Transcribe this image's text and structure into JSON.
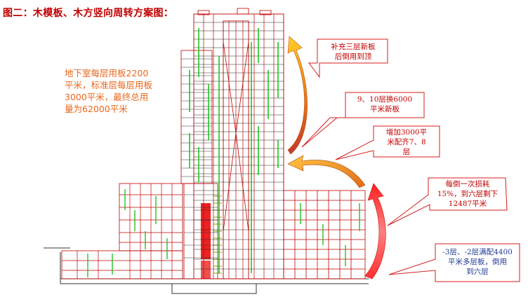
{
  "title": "图二：木模板、木方竖向周转方案图：",
  "note": "地下室每层用板2200平米，标准层每层用板3000平米，最终总用量为62000平米",
  "callouts": [
    {
      "id": "c1",
      "text": "补充三层新板\n后倒用到顶"
    },
    {
      "id": "c2",
      "text": "9、10层换6000\n平米新板"
    },
    {
      "id": "c3",
      "text": "增加3000平\n米配齐7、8\n层"
    },
    {
      "id": "c4",
      "text": "每倒一次损耗\n15%，到六层剩下\n12487平米"
    },
    {
      "id": "c5",
      "text": "-3层、-2层满配4400\n平米多层板，倒用\n到六层"
    }
  ],
  "colors": {
    "title": "#c00000",
    "note": "#e8661b",
    "arrow_top": "#e07a10",
    "arrow_mid": "#ef8c1a",
    "arrow_bottom": "#e02020",
    "callout_border": "#d81b1b",
    "callout_text": "#c00000",
    "callout_text_blue": "#1f3a93"
  }
}
